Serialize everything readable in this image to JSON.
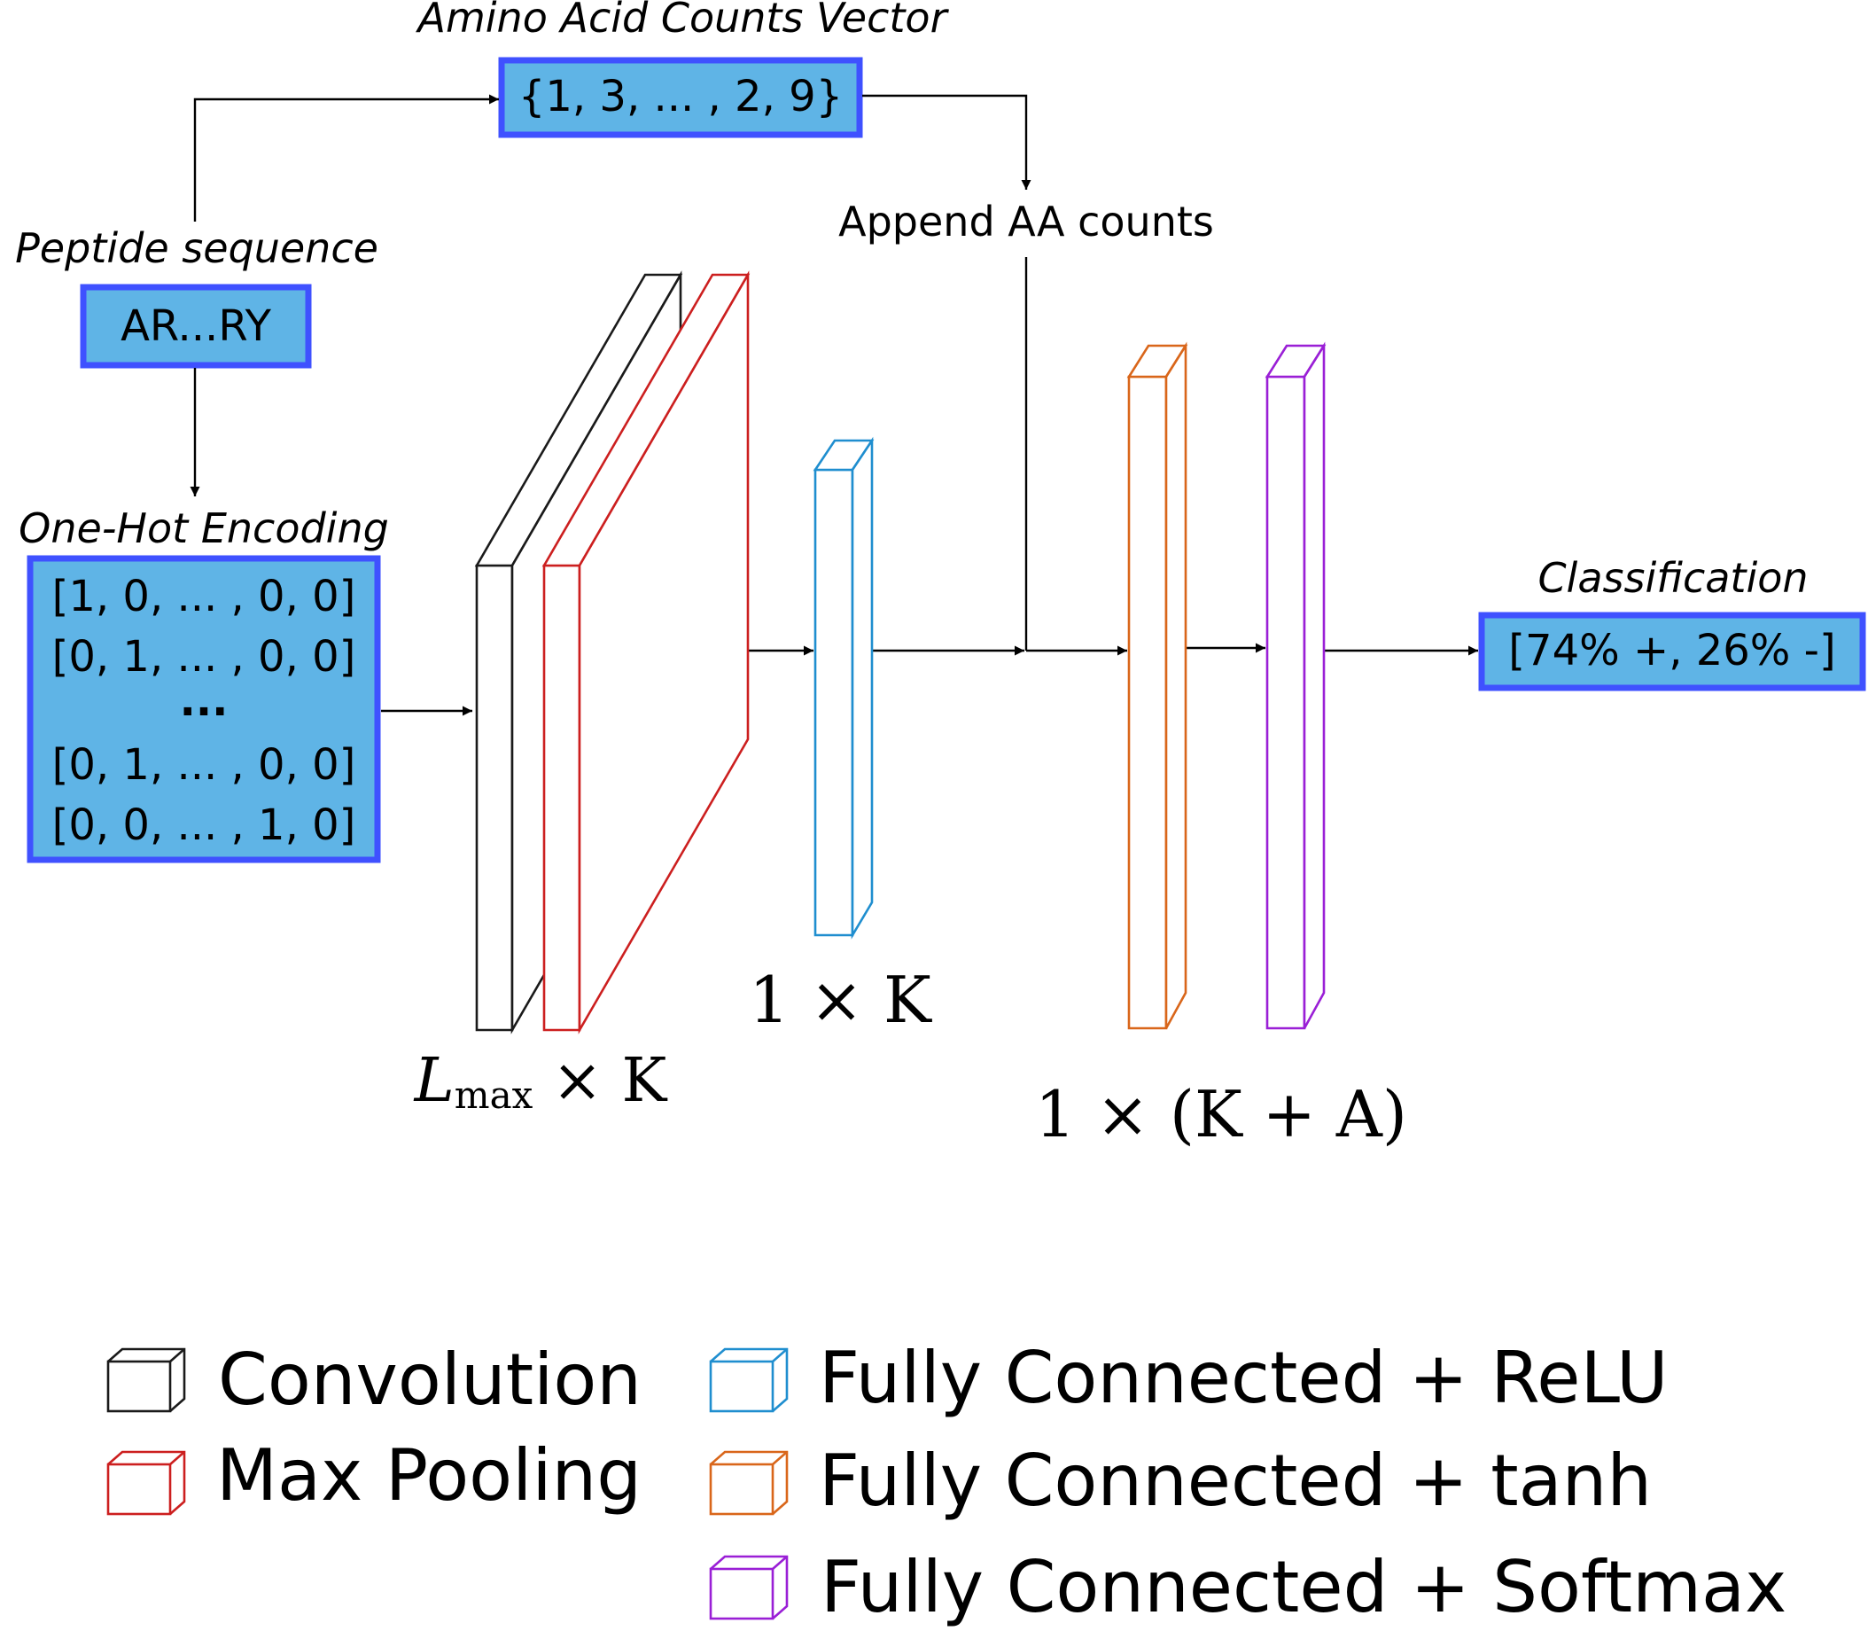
{
  "labels": {
    "aa_counts_title": "Amino Acid Counts Vector",
    "peptide_title": "Peptide sequence",
    "onehot_title": "One-Hot Encoding",
    "append": "Append AA counts",
    "classification_title": "Classification"
  },
  "boxes": {
    "aa_counts_value": "{1, 3, ... , 2, 9}",
    "peptide_value": "AR...RY",
    "onehot_rows": [
      "[1, 0, ... , 0, 0]",
      "[0, 1, ... , 0, 0]",
      "...",
      "[0, 1, ... , 0, 0]",
      "[0, 0, ... , 1, 0]"
    ],
    "classification_value": "[74% +, 26% -]"
  },
  "dimensions": {
    "conv": {
      "var": "L",
      "sub": "max",
      "rest": " × K"
    },
    "fc_relu": "1 × K",
    "fc_concat": "1 × (K + A)"
  },
  "legend": [
    {
      "label": "Convolution",
      "color": "#1a1a1a"
    },
    {
      "label": "Max Pooling",
      "color": "#cc1f1f"
    },
    {
      "label": "Fully Connected + ReLU",
      "color": "#1f8ecf"
    },
    {
      "label": "Fully Connected + tanh",
      "color": "#d9661a"
    },
    {
      "label": "Fully Connected + Softmax",
      "color": "#9a1fd6"
    }
  ],
  "colors": {
    "box_fill": "#5fb4e6",
    "box_border": "#3f51ff",
    "conv": "#1a1a1a",
    "maxpool": "#cc1f1f",
    "fc_relu": "#1f8ecf",
    "fc_tanh": "#d9661a",
    "fc_softmax": "#9a1fd6"
  }
}
